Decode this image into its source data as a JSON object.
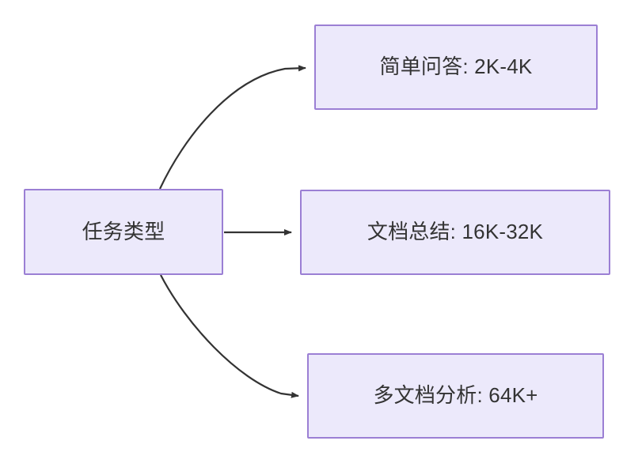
{
  "diagram": {
    "type": "flowchart",
    "direction": "left-to-right",
    "background_color": "#ffffff",
    "node_fill_color": "#ece9fb",
    "node_border_color": "#9b7fd4",
    "node_text_color": "#333333",
    "edge_color": "#333333",
    "nodes": {
      "source": {
        "label": "任务类型"
      },
      "simple_qa": {
        "label": "简单问答: 2K-4K"
      },
      "doc_summary": {
        "label": "文档总结: 16K-32K"
      },
      "multi_doc": {
        "label": "多文档分析: 64K+"
      }
    },
    "edges": [
      {
        "from": "source",
        "to": "simple_qa",
        "label": "",
        "style": "curved-arrow"
      },
      {
        "from": "source",
        "to": "doc_summary",
        "label": "",
        "style": "straight-arrow"
      },
      {
        "from": "source",
        "to": "multi_doc",
        "label": "",
        "style": "curved-arrow"
      }
    ]
  }
}
